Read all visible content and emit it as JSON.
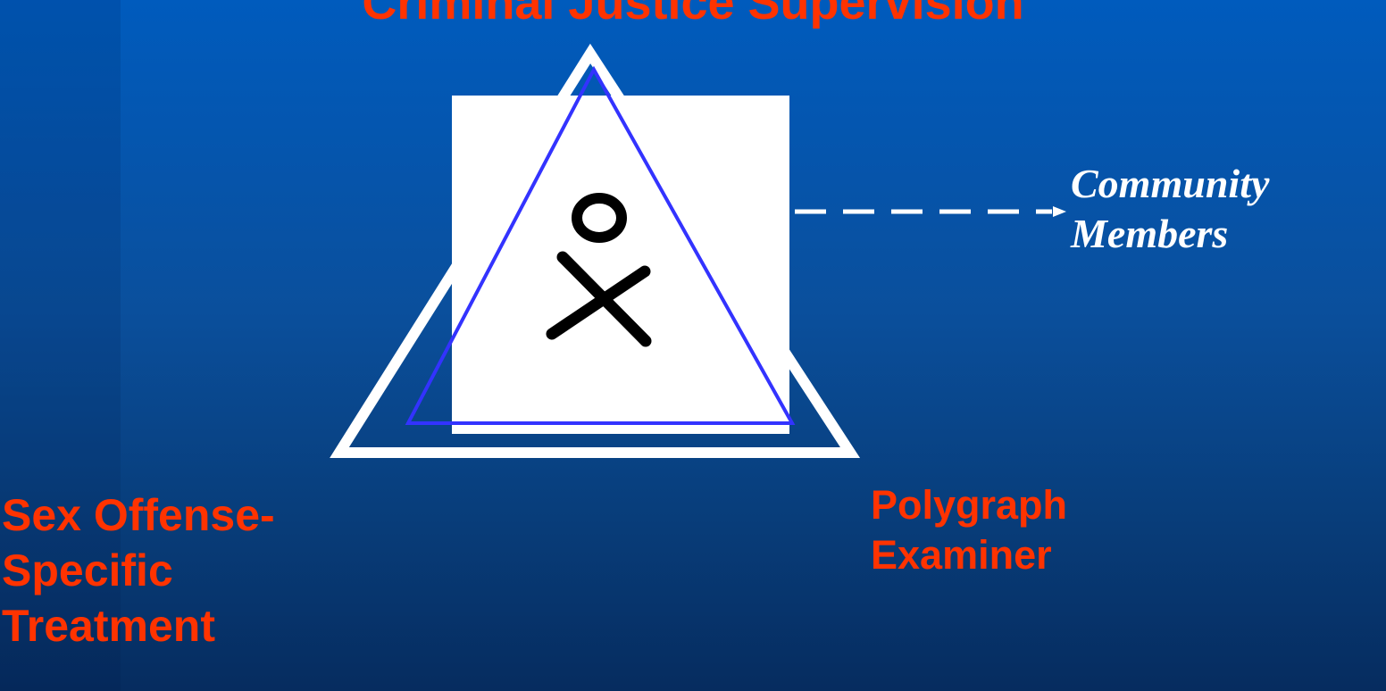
{
  "slide": {
    "title": "Criminal Justice Supervision",
    "bottom_left_label": [
      "Sex Offense-",
      "Specific",
      "Treatment"
    ],
    "bottom_right_label": [
      "Polygraph",
      "Examiner"
    ],
    "side_label": [
      "Community",
      "Members"
    ]
  },
  "colors": {
    "background_top": "#005bbd",
    "background_bottom": "#062c5f",
    "label_text": "#ff3300",
    "outer_triangle": "#ffffff",
    "inner_triangle": "#3333ff",
    "figure": "#000000",
    "side_text": "#ffffff"
  },
  "icons": {
    "center_figure": "stick-figure-icon",
    "connector": "dashed-arrow"
  }
}
